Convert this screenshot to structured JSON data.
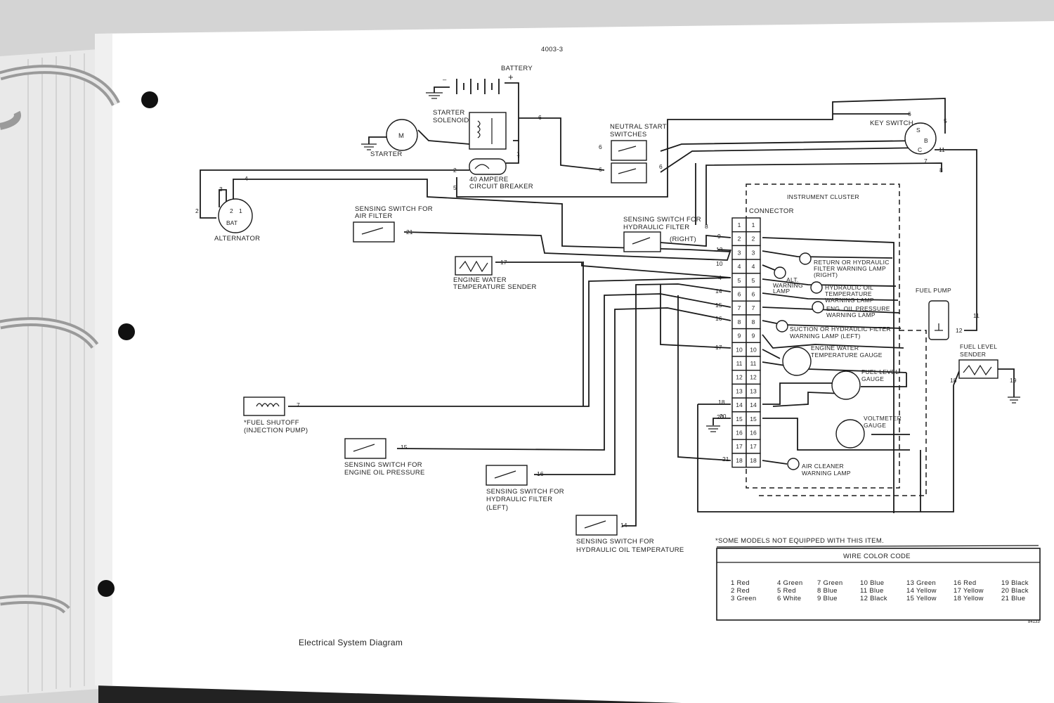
{
  "page": {
    "number": "4003-3",
    "caption": "Electrical System Diagram",
    "footnote": "*SOME MODELS NOT EQUIPPED WITH THIS ITEM.",
    "figure_code": "84133"
  },
  "components": {
    "battery": "BATTERY",
    "battery_minus": "–",
    "battery_plus": "+",
    "starter_solenoid": [
      "STARTER",
      "SOLENOID"
    ],
    "starter": "STARTER",
    "motor_symbol": "M",
    "breaker": [
      "40 AMPERE",
      "CIRCUIT BREAKER"
    ],
    "neutral_start": [
      "NEUTRAL START",
      "SWITCHES"
    ],
    "key_switch": "KEY SWITCH",
    "key_terminals": [
      "S",
      "B",
      "C"
    ],
    "alternator": "ALTERNATOR",
    "alt_bat": "BAT",
    "alt_terms": [
      "3",
      "2",
      "1"
    ],
    "sw_air_filter": [
      "SENSING SWITCH FOR",
      "AIR FILTER"
    ],
    "water_temp_sender": [
      "ENGINE WATER",
      "TEMPERATURE SENDER"
    ],
    "sw_hyd_filter_right": [
      "SENSING SWITCH FOR",
      "HYDRAULIC FILTER",
      "(RIGHT)"
    ],
    "instrument_cluster": "INSTRUMENT CLUSTER",
    "connector": "CONNECTOR",
    "fuel_pump": "FUEL PUMP",
    "fuel_level_sender": [
      "FUEL LEVEL",
      "SENDER"
    ],
    "fuel_shutoff": [
      "*FUEL SHUTOFF",
      "(INJECTION PUMP)"
    ],
    "sw_oil_pressure": [
      "SENSING SWITCH FOR",
      "ENGINE OIL PRESSURE"
    ],
    "sw_hyd_filter_left": [
      "SENSING SWITCH FOR",
      "HYDRAULIC FILTER",
      "(LEFT)"
    ],
    "sw_hyd_oil_temp": [
      "SENSING SWITCH FOR",
      "HYDRAULIC OIL TEMPERATURE"
    ]
  },
  "lamps": {
    "return_filter": [
      "RETURN OR HYDRAULIC",
      "FILTER WARNING LAMP",
      "(RIGHT)"
    ],
    "alt_warning": [
      "ALT.",
      "WARNING",
      "LAMP"
    ],
    "hyd_oil_temp": [
      "HYDRAULIC OIL",
      "TEMPERATURE",
      "WARNING LAMP"
    ],
    "oil_pressure": [
      "ENG. OIL PRESSURE",
      "WARNING LAMP"
    ],
    "suction_filter": [
      "SUCTION OR HYDRAULIC FILTER",
      "WARNING LAMP (LEFT)"
    ],
    "water_temp_gauge": [
      "ENGINE WATER",
      "TEMPERATURE GAUGE"
    ],
    "fuel_gauge": [
      "FUEL LEVEL",
      "GAUGE"
    ],
    "voltmeter": [
      "VOLTMETER",
      "GAUGE"
    ],
    "air_cleaner": [
      "AIR CLEANER",
      "WARNING LAMP"
    ]
  },
  "connector_pins": [
    "1",
    "2",
    "3",
    "4",
    "5",
    "6",
    "7",
    "8",
    "9",
    "10",
    "11",
    "12",
    "13",
    "14",
    "15",
    "16",
    "17",
    "18"
  ],
  "wire_numbers": {
    "w1": "1",
    "w2": "2",
    "w4": "4",
    "w5": "5",
    "w6": "6",
    "w7": "7",
    "w8": "8",
    "w9": "9",
    "w10": "10",
    "w11": "11",
    "w12": "12",
    "w13": "13",
    "w14": "14",
    "w15": "15",
    "w16": "16",
    "w17": "17",
    "w18": "18",
    "w19": "19",
    "w20": "20",
    "w21": "21"
  },
  "wire_color_code": {
    "title": "WIRE COLOR CODE",
    "columns": [
      [
        "1 Red",
        "2 Red",
        "3 Green"
      ],
      [
        "4 Green",
        "5 Red",
        "6 White"
      ],
      [
        "7 Green",
        "8 Blue",
        "9 Blue"
      ],
      [
        "10 Blue",
        "11 Blue",
        "12 Black"
      ],
      [
        "13 Green",
        "14 Yellow",
        "15 Yellow"
      ],
      [
        "16 Red",
        "17 Yellow",
        "18 Yellow"
      ],
      [
        "19 Black",
        "20 Black",
        "21 Blue"
      ]
    ]
  }
}
